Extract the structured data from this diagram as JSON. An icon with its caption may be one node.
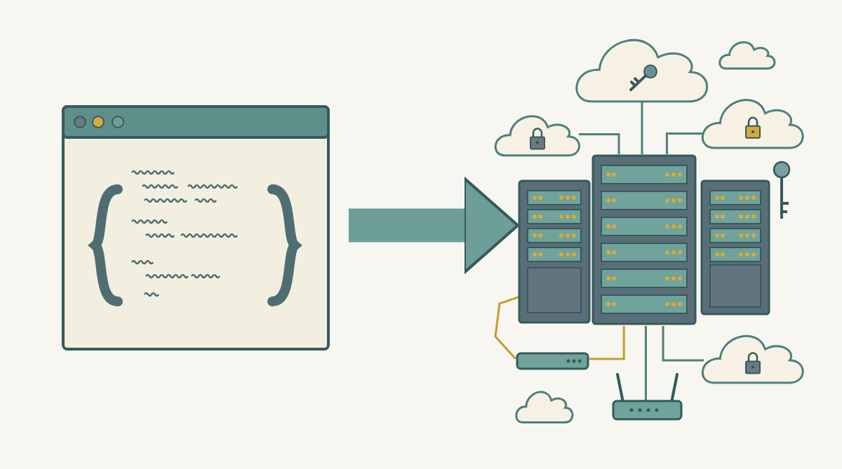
{
  "diagram": {
    "nodes": [
      {
        "text": [],
        "shape": "picture"
      },
      {
        "text": [],
        "shape": "cloud"
      },
      {
        "text": [],
        "shape": "cloud"
      },
      {
        "text": [],
        "shape": "cloud"
      },
      {
        "text": [],
        "shape": "cloud"
      },
      {
        "text": [],
        "shape": "picture"
      },
      {
        "text": [],
        "shape": "cloud"
      },
      {
        "text": [],
        "shape": "picture"
      },
      {
        "text": [],
        "shape": "picture"
      },
      {
        "text": [],
        "shape": "cloud"
      }
    ],
    "edges": [
      {
        "from": 0,
        "to": 5,
        "arrow": "to",
        "style": "thick"
      },
      {
        "from": 5,
        "to": 1,
        "arrow": "none"
      },
      {
        "from": 5,
        "to": 3,
        "arrow": "none"
      },
      {
        "from": 5,
        "to": 4,
        "arrow": "none"
      },
      {
        "from": 5,
        "to": 6,
        "arrow": "none"
      },
      {
        "from": 5,
        "to": 7,
        "arrow": "none",
        "color": "#c99a2e"
      },
      {
        "from": 5,
        "to": 7,
        "arrow": "none",
        "color": "#c99a2e"
      },
      {
        "from": 5,
        "to": 8,
        "arrow": "none"
      }
    ]
  }
}
